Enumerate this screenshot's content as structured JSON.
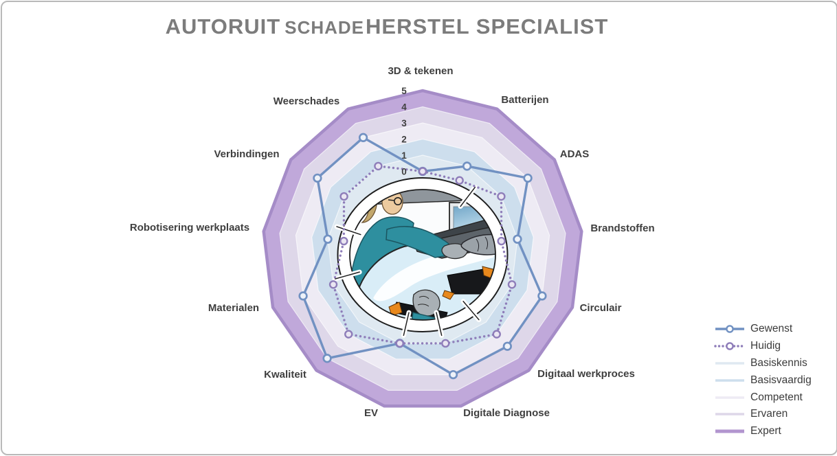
{
  "title": {
    "part1": "AUTORUIT",
    "part2": "SCHADE",
    "part3": "HERSTEL SPECIALIST",
    "full": "AUTORUITSCHADEHERSTEL SPECIALIST"
  },
  "chart_data": {
    "type": "line",
    "subtype": "radar",
    "title": "AUTORUITSCHADEHERSTEL SPECIALIST",
    "categories": [
      "3D & tekenen",
      "Batterijen",
      "ADAS",
      "Brandstoffen",
      "Circulair",
      "Digitaal werkproces",
      "Digitale Diagnose",
      "EV",
      "Kwaliteit",
      "Materialen",
      "Robotisering werkplaats",
      "Verbindingen",
      "Weerschades"
    ],
    "series": [
      {
        "name": "Gewenst",
        "values": [
          0,
          1,
          3,
          1,
          3,
          3,
          3,
          1,
          4,
          3,
          1,
          3,
          3
        ],
        "color": "#7191c2",
        "line_style": "solid",
        "markers": "open-circle"
      },
      {
        "name": "Huidig",
        "values": [
          0,
          0,
          1,
          0,
          1,
          2,
          1,
          1,
          2,
          1,
          0,
          1,
          1
        ],
        "color": "#8e7db9",
        "line_style": "dotted",
        "markers": "open-circle"
      }
    ],
    "bands": [
      {
        "name": "Basiskennis",
        "value": 1,
        "color": "#dfe9f1"
      },
      {
        "name": "Basisvaardig",
        "value": 2,
        "color": "#cddeed"
      },
      {
        "name": "Competent",
        "value": 3,
        "color": "#eeebf4"
      },
      {
        "name": "Ervaren",
        "value": 4,
        "color": "#ded7e9"
      },
      {
        "name": "Expert",
        "value": 5,
        "color": "#c0a8da",
        "edge_color": "#a58cc7"
      }
    ],
    "axis": {
      "min": 0,
      "max": 5,
      "ticks": [
        "5",
        "4",
        "3",
        "2",
        "1",
        "0"
      ]
    },
    "legend_position": "right",
    "grid": "concentric-bands",
    "center_image": "windshield-repair-illustration"
  },
  "legend": {
    "items": [
      "Gewenst",
      "Huidig",
      "Basiskennis",
      "Basisvaardig",
      "Competent",
      "Ervaren",
      "Expert"
    ]
  },
  "text_colors": {
    "category_labels": "#3f3f3f",
    "tick_labels": "#404040",
    "title": "#7c7c7c",
    "legend": "#3b3b3b"
  }
}
